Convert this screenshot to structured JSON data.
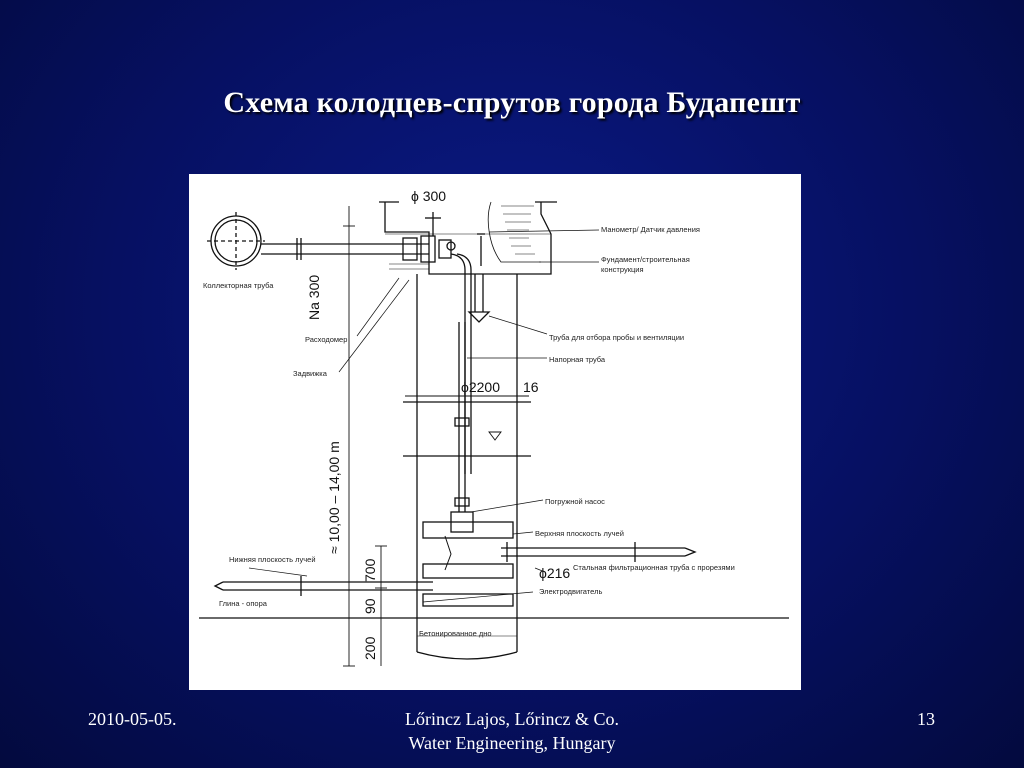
{
  "slide": {
    "title": "Схема колодцев-спрутов города Будапешт",
    "footer": {
      "date": "2010-05-05.",
      "author_line1": "Lőrincz Lajos, Lőrincz & Co.",
      "author_line2": "Water Engineering, Hungary",
      "page_number": "13"
    }
  },
  "diagram": {
    "labels": {
      "manometer": "Манометр/ Датчик давления",
      "foundation_1": "Фундамент/строительная",
      "foundation_2": "конструкция",
      "collector_pipe": "Коллекторная труба",
      "flowmeter": "Расходомер",
      "gate_valve": "Задвижка",
      "sampling_pipe": "Труба для отбора пробы и вентиляции",
      "pressure_pipe": "Напорная труба",
      "submersible_pump": "Погружной насос",
      "upper_plane": "Верхняя плоскость лучей",
      "lower_plane": "Нижняя плоскость лучей",
      "steel_pipe": "Стальная фильтрационная труба с прорезями",
      "electric_motor": "Электродвигатель",
      "clay_support": "Глина - опора",
      "concrete_bottom": "Бетонированное дно"
    },
    "dimensions": {
      "top_diameter": "ϕ 300",
      "collector_diameter": "Na 300",
      "shaft_diameter": "ϕ2200",
      "wall_thickness": "16",
      "depth": "≈ 10,00 – 14,00 m",
      "d_700": "700",
      "d_90": "90",
      "d_200": "200",
      "lateral_diameter": "ϕ216"
    }
  }
}
